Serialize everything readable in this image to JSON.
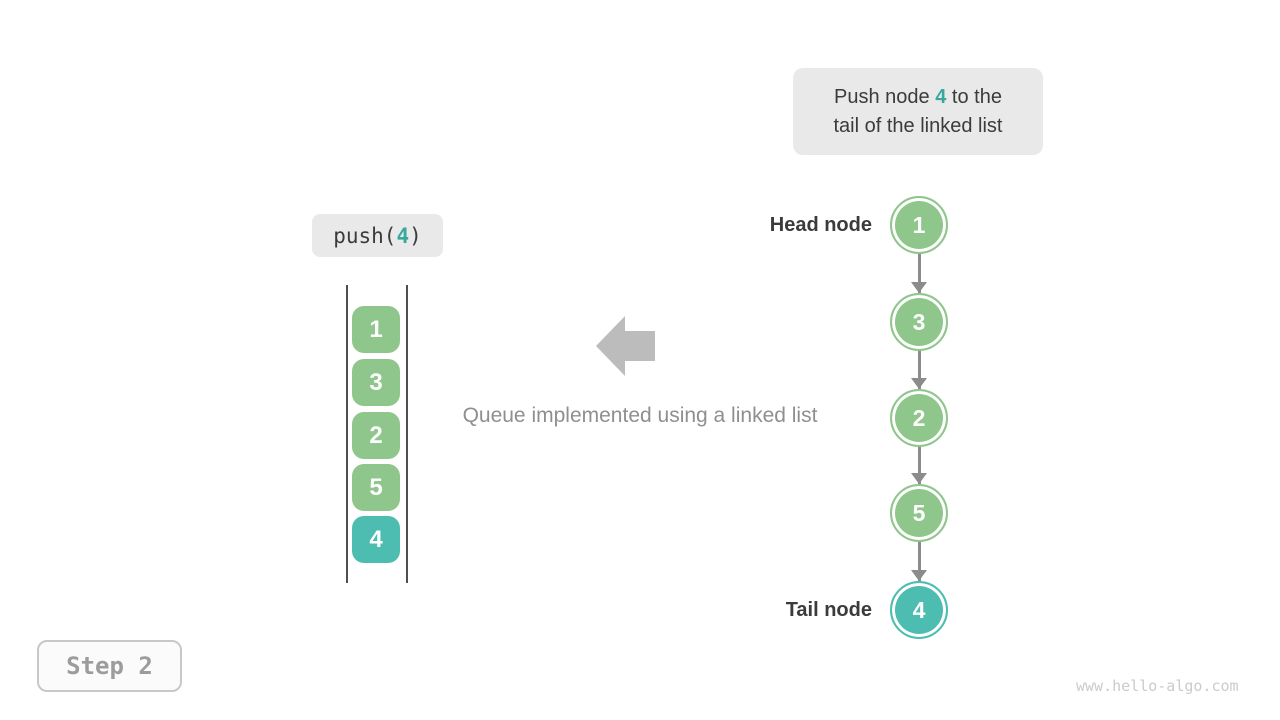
{
  "callout": {
    "text_before": "Push node ",
    "highlight": "4",
    "text_after": " to the",
    "line2": "tail of the linked list"
  },
  "push_label": {
    "prefix": "push(",
    "arg": "4",
    "suffix": ")"
  },
  "stack": {
    "items": [
      {
        "value": "1",
        "state": "normal"
      },
      {
        "value": "3",
        "state": "normal"
      },
      {
        "value": "2",
        "state": "normal"
      },
      {
        "value": "5",
        "state": "normal"
      },
      {
        "value": "4",
        "state": "new"
      }
    ]
  },
  "caption": "Queue implemented using a linked list",
  "linked_list": {
    "head_label": "Head node",
    "tail_label": "Tail node",
    "nodes": [
      {
        "value": "1",
        "state": "normal"
      },
      {
        "value": "3",
        "state": "normal"
      },
      {
        "value": "2",
        "state": "normal"
      },
      {
        "value": "5",
        "state": "normal"
      },
      {
        "value": "4",
        "state": "new"
      }
    ]
  },
  "step_label": "Step 2",
  "watermark": "www.hello-algo.com",
  "colors": {
    "node_green": "#8fc68c",
    "node_teal": "#4dbdb2",
    "accent_text": "#38a89d",
    "dark_text": "#3b3b3b",
    "caption_gray": "#8f8f8f",
    "block_arrow_gray": "#bcbcbc",
    "connector_gray": "#8c8c8c",
    "callout_bg": "#e9e9e9",
    "step_text_gray": "#9c9c9c",
    "watermark_gray": "#cbcbcb"
  }
}
